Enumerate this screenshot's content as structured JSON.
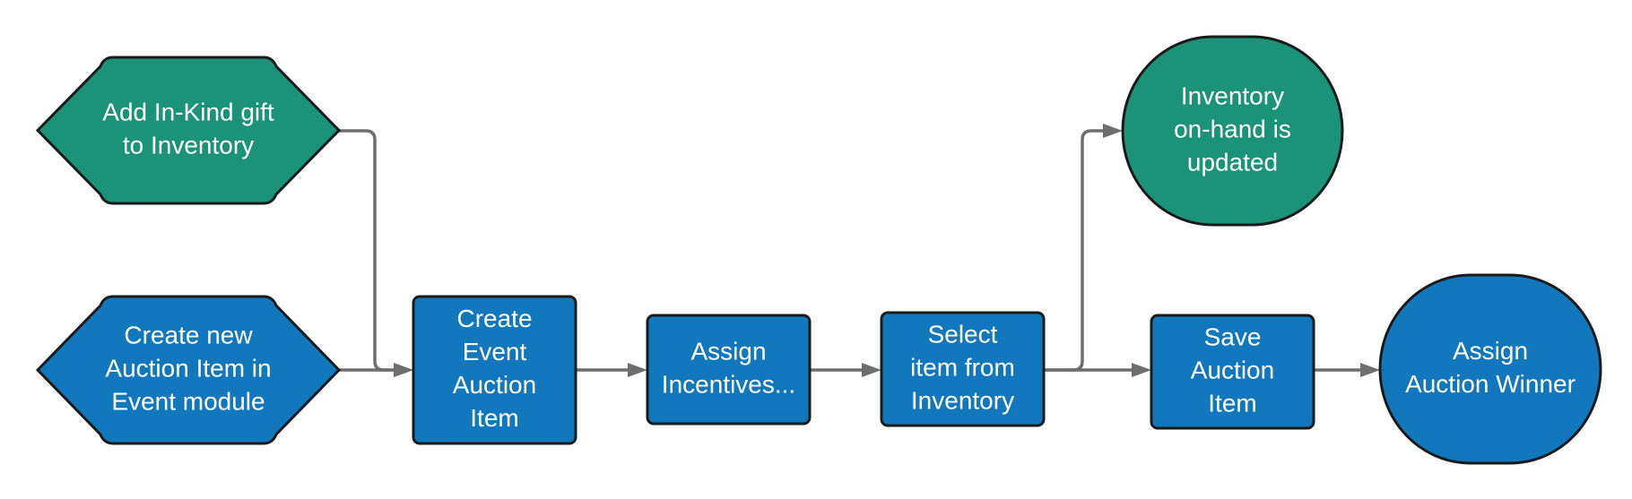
{
  "colors": {
    "green": "#1a9379",
    "blue": "#1178bd",
    "connector": "#6e6e6e",
    "text": "#ffffff",
    "outline": "#1a1a1a"
  },
  "nodes": [
    {
      "id": "add-inkind",
      "shape": "hexagon",
      "color": "green",
      "lines": [
        "Add In-Kind gift",
        "to Inventory"
      ]
    },
    {
      "id": "create-new-auction",
      "shape": "hexagon",
      "color": "blue",
      "lines": [
        "Create new",
        "Auction Item in",
        "Event module"
      ]
    },
    {
      "id": "create-event-auction",
      "shape": "rect",
      "color": "blue",
      "lines": [
        "Create",
        "Event",
        "Auction",
        "Item"
      ]
    },
    {
      "id": "assign-incentives",
      "shape": "rect",
      "color": "blue",
      "lines": [
        "Assign",
        "Incentives..."
      ]
    },
    {
      "id": "select-item",
      "shape": "rect",
      "color": "blue",
      "lines": [
        "Select",
        "item from",
        "Inventory"
      ]
    },
    {
      "id": "inventory-updated",
      "shape": "terminator",
      "color": "green",
      "lines": [
        "Inventory",
        "on-hand is",
        "updated"
      ]
    },
    {
      "id": "save-auction",
      "shape": "rect",
      "color": "blue",
      "lines": [
        "Save",
        "Auction",
        "Item"
      ]
    },
    {
      "id": "assign-winner",
      "shape": "terminator",
      "color": "blue",
      "lines": [
        "Assign",
        "Auction Winner"
      ]
    }
  ],
  "edges": [
    {
      "from": "add-inkind",
      "to": "create-event-auction"
    },
    {
      "from": "create-new-auction",
      "to": "create-event-auction"
    },
    {
      "from": "create-event-auction",
      "to": "assign-incentives"
    },
    {
      "from": "assign-incentives",
      "to": "select-item"
    },
    {
      "from": "select-item",
      "to": "inventory-updated"
    },
    {
      "from": "select-item",
      "to": "save-auction"
    },
    {
      "from": "save-auction",
      "to": "assign-winner"
    }
  ]
}
